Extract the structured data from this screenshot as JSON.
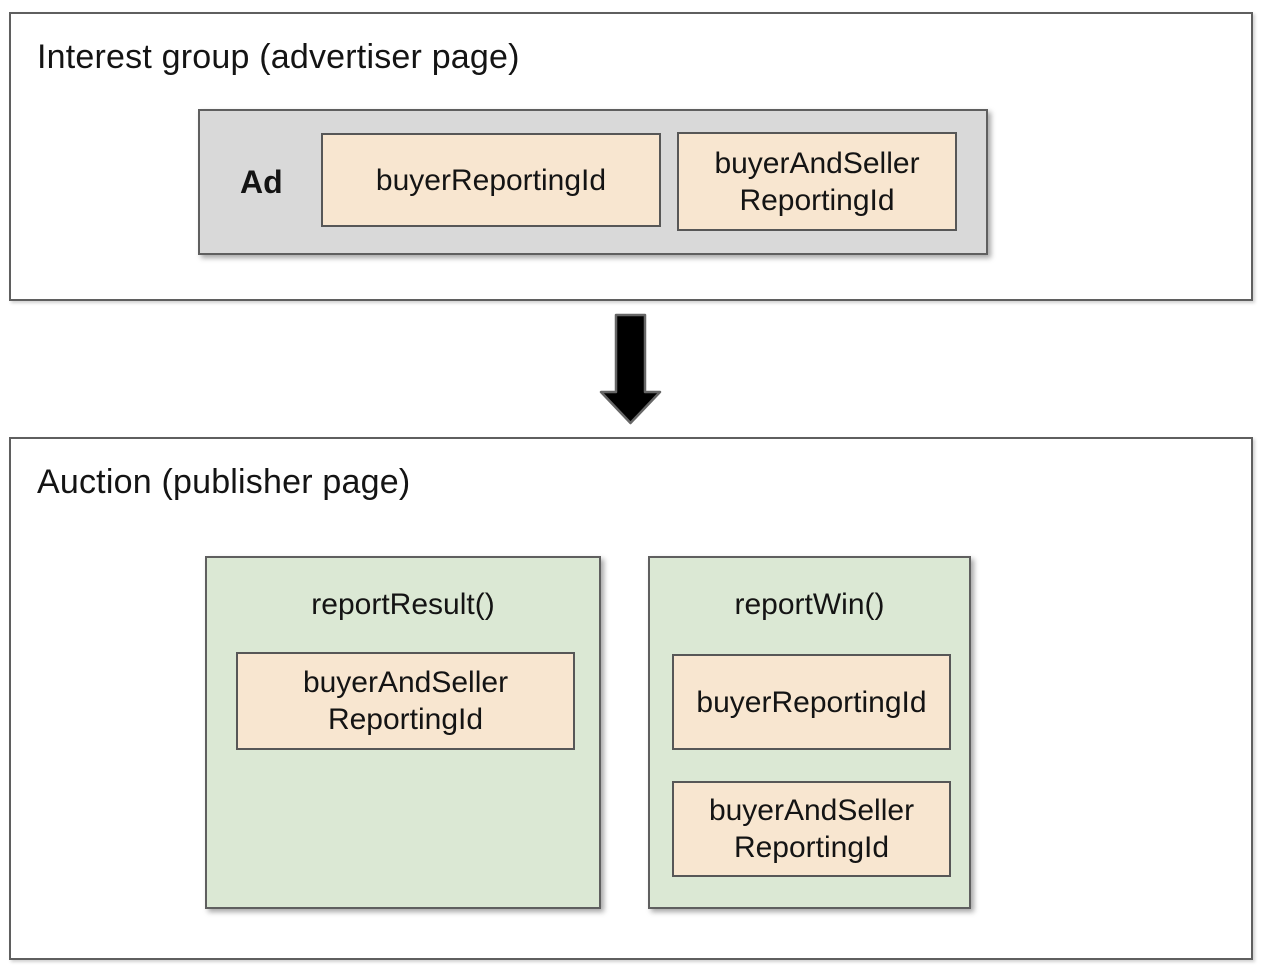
{
  "interest_group": {
    "title": "Interest group (advertiser page)",
    "ad_label": "Ad",
    "chips": [
      {
        "label": "buyerReportingId"
      },
      {
        "label": "buyerAndSeller\nReportingId"
      }
    ]
  },
  "arrow": {
    "icon": "down-arrow"
  },
  "auction": {
    "title": "Auction (publisher page)",
    "functions": [
      {
        "name": "reportResult()",
        "chips": [
          {
            "label": "buyerAndSeller\nReportingId"
          }
        ]
      },
      {
        "name": "reportWin()",
        "chips": [
          {
            "label": "buyerReportingId"
          },
          {
            "label": "buyerAndSeller\nReportingId"
          }
        ]
      }
    ]
  },
  "colors": {
    "background": "#ffffff",
    "ad_box_fill": "#d9d9d9",
    "function_box_fill": "#dbe8d4",
    "chip_fill": "#f8e6d0",
    "border": "#5f5f5f",
    "arrow_fill": "#000000",
    "text": "#141414"
  }
}
